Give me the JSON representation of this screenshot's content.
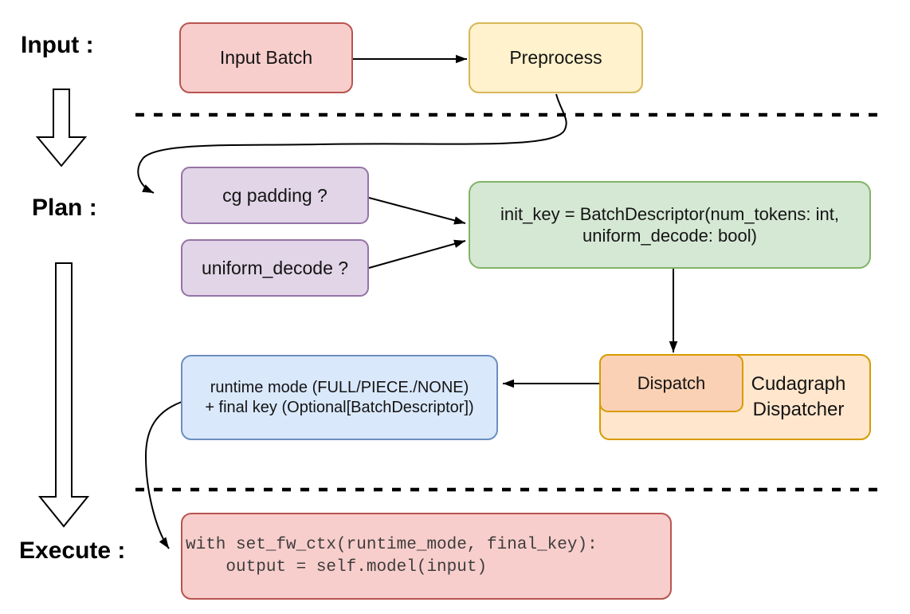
{
  "labels": {
    "input": "Input :",
    "plan": "Plan :",
    "execute": "Execute :"
  },
  "nodes": {
    "input_batch": {
      "label": "Input Batch",
      "fill": "#f8cecc",
      "border": "#b85450"
    },
    "preprocess": {
      "label": "Preprocess",
      "fill": "#fff2cc",
      "border": "#d6b656"
    },
    "cg_padding": {
      "label": "cg padding ?",
      "fill": "#e1d5e7",
      "border": "#9673a6"
    },
    "uniform_decode": {
      "label": "uniform_decode ?",
      "fill": "#e1d5e7",
      "border": "#9673a6"
    },
    "init_key": {
      "line1": "init_key = BatchDescriptor(num_tokens: int,",
      "line2": "uniform_decode: bool)",
      "fill": "#d5e8d4",
      "border": "#82b366"
    },
    "dispatch": {
      "label": "Dispatch",
      "fill": "#fbd1b5",
      "border": "#d79b00"
    },
    "cudagraph_dispatcher": {
      "line1": "Cudagraph",
      "line2": "Dispatcher",
      "fill": "#ffe6cc",
      "border": "#d79b00"
    },
    "runtime_result": {
      "line1": "runtime mode (FULL/PIECE./NONE)",
      "line2": "+ final key (Optional[BatchDescriptor])",
      "fill": "#dae8fc",
      "border": "#6c8ebf"
    },
    "execute_code": {
      "line1": "with set_fw_ctx(runtime_mode, final_key):",
      "line2": "    output = self.model(input)",
      "fill": "#f8cecc",
      "border": "#b85450"
    }
  },
  "connector_color": "#000000"
}
